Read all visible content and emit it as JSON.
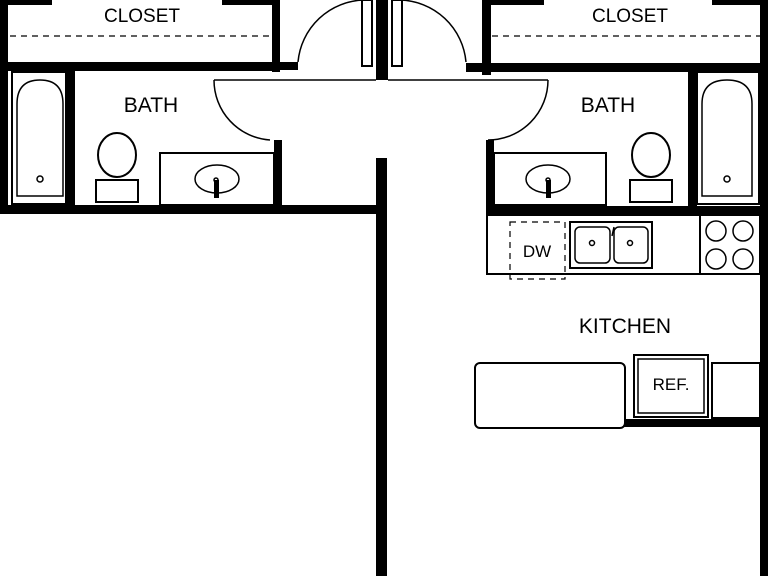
{
  "plan": {
    "left_closet": "CLOSET",
    "right_closet": "CLOSET",
    "left_bath": "BATH",
    "right_bath": "BATH",
    "kitchen": "KITCHEN",
    "dishwasher": "DW",
    "refrigerator": "REF."
  },
  "colors": {
    "line": "#000000",
    "background": "#ffffff"
  }
}
